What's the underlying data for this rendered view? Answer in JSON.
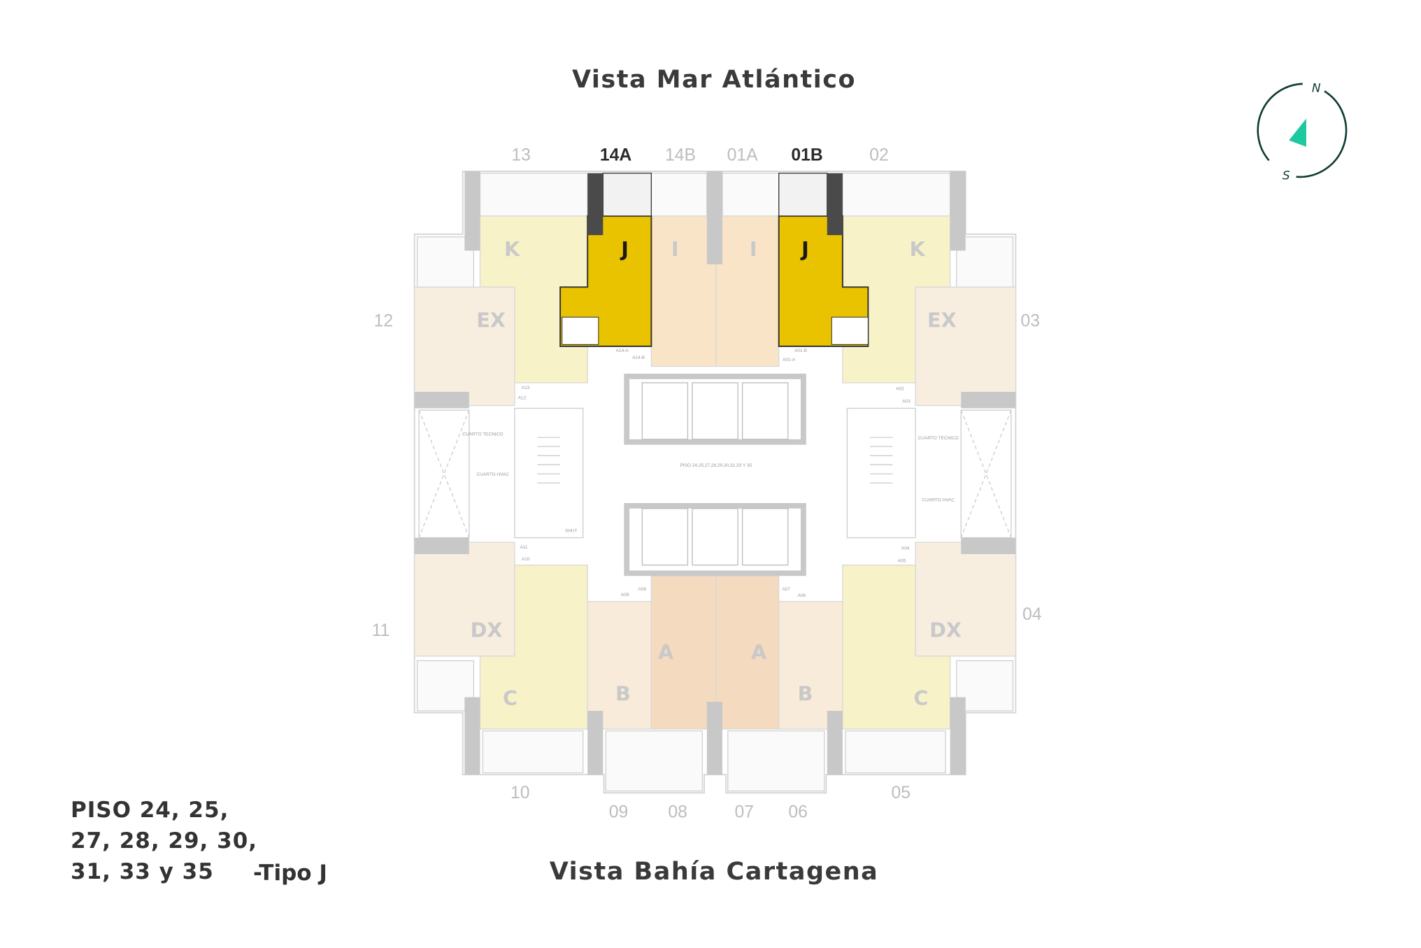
{
  "views": {
    "top": "Vista Mar Atlántico",
    "bottom": "Vista Bahía Cartagena"
  },
  "floors": {
    "lines": [
      "PISO 24, 25,",
      "27, 28, 29, 30,",
      "31, 33 y 35"
    ],
    "type": "-Tipo J"
  },
  "compass": {
    "north": "N",
    "south": "S",
    "arrow_color": "#1ec8a0",
    "ring_color": "#0f3b34"
  },
  "apartment_numbers": {
    "top": [
      "13",
      "14A",
      "14B",
      "01A",
      "01B",
      "02"
    ],
    "selected": [
      "14A",
      "01B"
    ],
    "left": [
      "12",
      "11"
    ],
    "right": [
      "03",
      "04"
    ],
    "bottom": [
      "10",
      "09",
      "08",
      "07",
      "06",
      "05"
    ]
  },
  "unit_types": {
    "top": [
      "K",
      "J",
      "I",
      "I",
      "J",
      "K"
    ],
    "middle": [
      "EX",
      "EX"
    ],
    "lower": [
      "DX",
      "DX"
    ],
    "bottom": [
      "C",
      "B",
      "A",
      "A",
      "B",
      "C"
    ],
    "highlighted": "J",
    "highlight_color": "#e9c300"
  },
  "plan_labels": {
    "floor_note": "PISO 24,25,27,28,29,30,31,33 Y 35",
    "access": [
      "A14-A",
      "A14-B",
      "A01-B",
      "A01-A",
      "A13",
      "A12",
      "A02",
      "A03",
      "A11",
      "A10",
      "A04",
      "A05",
      "A09",
      "A08",
      "A07",
      "A06"
    ],
    "rooms": [
      "CUARTO TECNICO",
      "CUARTO HVAC",
      "CUARTO TECNICO",
      "CUARTO HVAC",
      "SHUT"
    ]
  }
}
